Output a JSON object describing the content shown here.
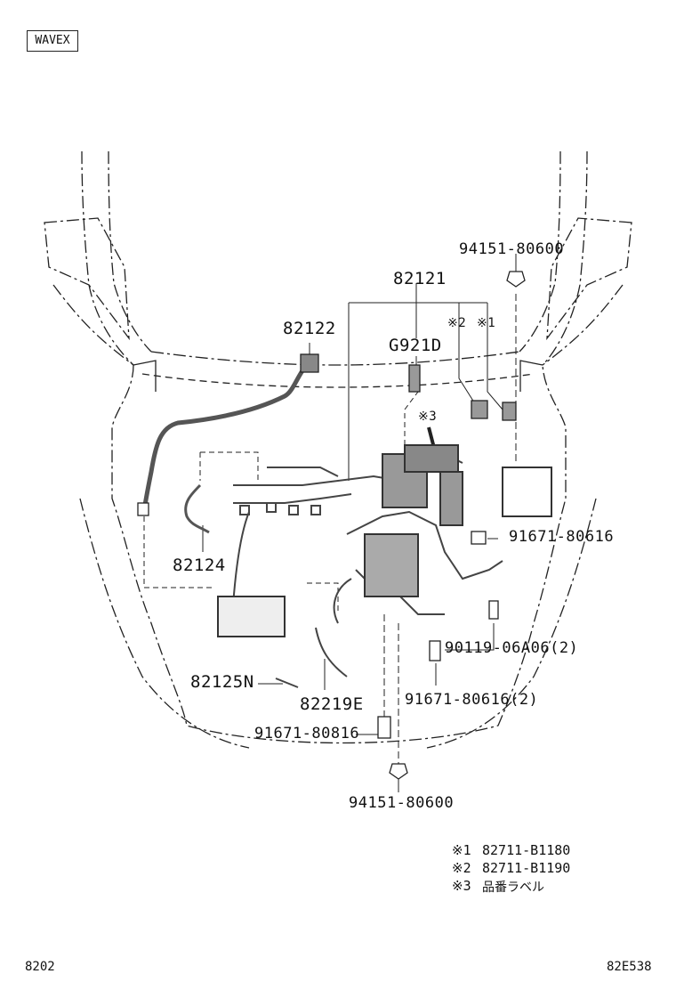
{
  "header": {
    "box_label": "WAVEX"
  },
  "callouts": {
    "c82122": "82122",
    "c82121": "82121",
    "cG921D": "G921D",
    "m2": "※2",
    "m1": "※1",
    "m3": "※3",
    "c94151_top": "94151-80600",
    "c82124": "82124",
    "c91671_80616": "91671-80616",
    "c90119": "90119-06A06(2)",
    "c82125N": "82125N",
    "c82219E": "82219E",
    "c91671_80616_2": "91671-80616(2)",
    "c91671_80816": "91671-80816",
    "c94151_bottom": "94151-80600"
  },
  "notes": [
    {
      "mark": "※1",
      "text": "82711-B1180"
    },
    {
      "mark": "※2",
      "text": "82711-B1190"
    },
    {
      "mark": "※3",
      "text": "品番ラベル"
    }
  ],
  "footer": {
    "left": "8202",
    "right": "82E538"
  },
  "colors": {
    "line": "#222222",
    "harness": "#555555",
    "background": "#ffffff"
  }
}
